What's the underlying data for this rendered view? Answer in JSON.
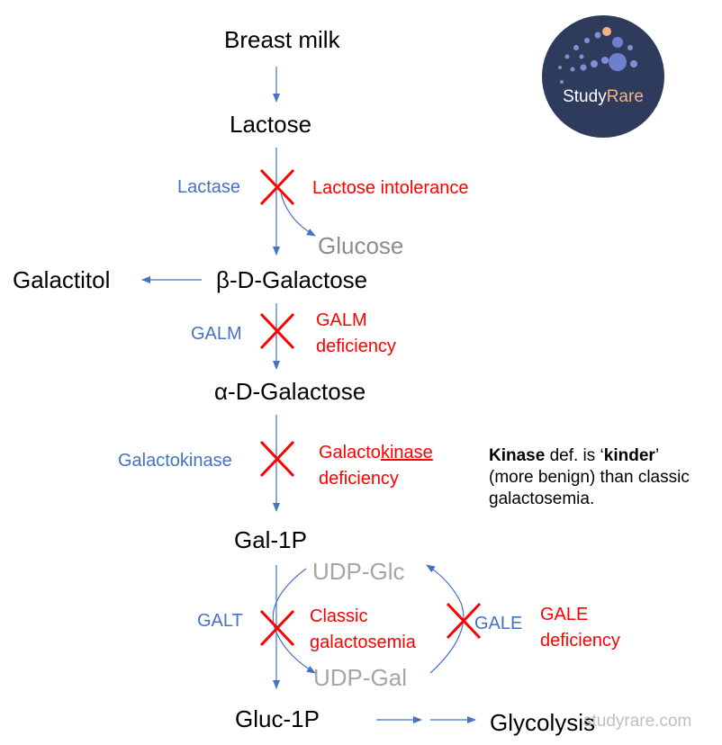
{
  "metabolites": {
    "breast_milk": "Breast milk",
    "lactose": "Lactose",
    "glucose": "Glucose",
    "galactitol": "Galactitol",
    "beta_d_galactose": "β-D-Galactose",
    "alpha_d_galactose": "α-D-Galactose",
    "gal_1p": "Gal-1P",
    "udp_glc": "UDP-Glc",
    "udp_gal": "UDP-Gal",
    "gluc_1p": "Gluc-1P",
    "glycolysis": "Glycolysis"
  },
  "enzymes": {
    "lactase": "Lactase",
    "galm": "GALM",
    "galactokinase": "Galactokinase",
    "galt": "GALT",
    "gale": "GALE"
  },
  "disorders": {
    "lactose_intolerance": "Lactose intolerance",
    "galm_line1": "GALM",
    "galm_line2": "deficiency",
    "galactokinase_prefix": "Galacto",
    "galactokinase_underlined": "kinase",
    "galactokinase_line2": "deficiency",
    "classic_line1": "Classic",
    "classic_line2": "galactosemia",
    "gale_line1": "GALE",
    "gale_line2": "deficiency"
  },
  "note": {
    "kinase_bold": "Kinase",
    "part1": " def. is ‘",
    "kinder_bold": "kinder",
    "part2": "’ (more benign) than classic galactosemia."
  },
  "logo": {
    "study": "Study",
    "rare": "Rare"
  },
  "watermark": "studyrare.com",
  "colors": {
    "enzyme": "#4472c4",
    "disorder": "#ff0000",
    "block_mark": "#ff0000",
    "side_product": "#a6a6a6",
    "logo_bg": "#2f3b5c",
    "logo_accent": "#f4b183"
  }
}
